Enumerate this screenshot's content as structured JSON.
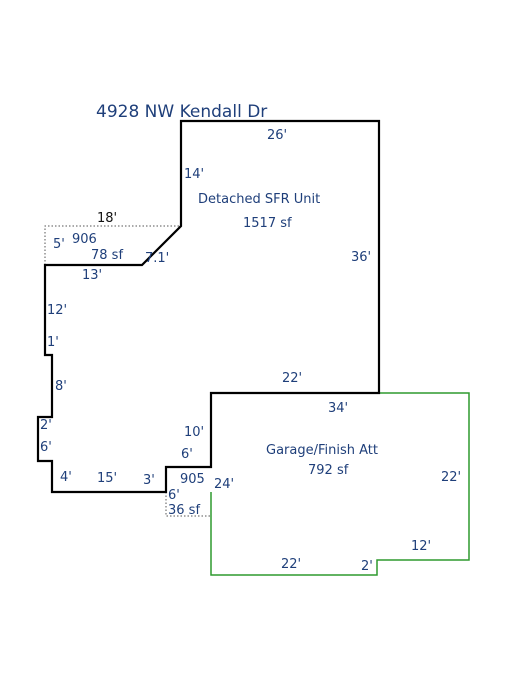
{
  "address": "4928 NW Kendall Dr",
  "colors": {
    "text_blue": "#1f3f7a",
    "house_outline": "#000000",
    "garage_outline": "#2e9a2e",
    "dotted_outline": "#555555"
  },
  "areas": {
    "house": {
      "name": "Detached SFR Unit",
      "size": "1517 sf"
    },
    "garage": {
      "name": "Garage/Finish Att",
      "size": "792 sf"
    },
    "area_906": {
      "code": "906",
      "size": "78 sf"
    },
    "area_905": {
      "code": "905",
      "size": "36 sf"
    }
  },
  "dimensions": {
    "house_top": "26'",
    "house_left_upper": "14'",
    "house_right": "36'",
    "diag": "7.1'",
    "ledge": "13'",
    "left_long": "12'",
    "jog_small": "1'",
    "left_mid": "8'",
    "jog_2": "2'",
    "left_6": "6'",
    "bottom_4": "4'",
    "bottom_15": "15'",
    "bottom_3": "3'",
    "house_bottom_right": "22'",
    "step_10": "10'",
    "step_6": "6'",
    "area906_top": "18'",
    "area906_side": "5'",
    "area905_side": "6'",
    "garage_top": "34'",
    "garage_left": "24'",
    "garage_right": "22'",
    "garage_bottom": "22'",
    "garage_jog": "2'",
    "garage_bottom_right": "12'"
  }
}
